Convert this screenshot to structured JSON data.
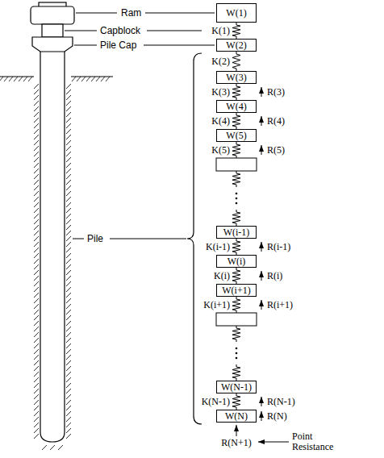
{
  "diagram": {
    "nodes": [
      {
        "text": [
          "W(1)"
        ]
      },
      {
        "text": [
          "W(2)"
        ]
      },
      {
        "text": [
          "W(3)"
        ]
      },
      {
        "text": [
          "W(4)"
        ]
      },
      {
        "text": [
          "W(5)"
        ]
      },
      {
        "text": [
          "W(i-1)"
        ]
      },
      {
        "text": [
          "W(i)"
        ]
      },
      {
        "text": [
          "W(i+1)"
        ]
      },
      {
        "text": [
          "W(N-1)"
        ]
      },
      {
        "text": [
          "W(N)"
        ]
      }
    ],
    "edges": [
      {
        "from": 0,
        "to": 1,
        "arrow": "none",
        "label": "K(1)"
      },
      {
        "from": 1,
        "to": 2,
        "arrow": "none",
        "label": "K(2)"
      },
      {
        "from": 2,
        "to": 3,
        "arrow": "none",
        "label": "K(3)"
      },
      {
        "from": 3,
        "to": 4,
        "arrow": "none",
        "label": "K(4)"
      },
      {
        "from": 5,
        "to": 6,
        "arrow": "none",
        "label": "K(i-1)"
      },
      {
        "from": 6,
        "to": 7,
        "arrow": "none",
        "label": "K(i)"
      },
      {
        "from": 8,
        "to": 9,
        "arrow": "none",
        "label": "K(N-1)"
      }
    ],
    "labels": [
      "Ram",
      "Capblock",
      "Pile Cap",
      "R(3)",
      "R(4)",
      "K(5)",
      "R(5)",
      "Pile",
      "R(i-1)",
      "R(i)",
      "K(i+1)",
      "R(i+1)",
      "R(N-1)",
      "R(N)",
      "R(N+1)",
      "Point Resistance"
    ]
  }
}
